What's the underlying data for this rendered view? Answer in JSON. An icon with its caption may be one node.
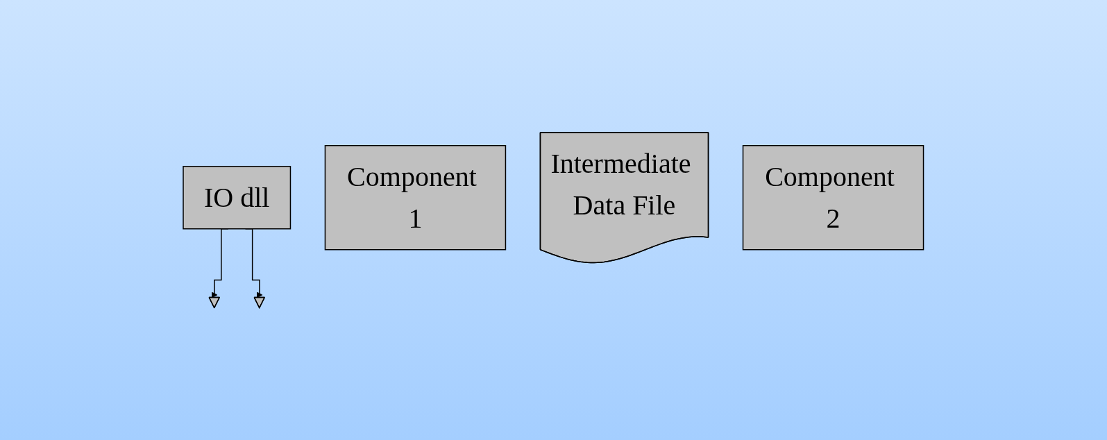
{
  "diagram": {
    "nodes": [
      {
        "text": [
          "IO dll"
        ]
      },
      {
        "text": [],
        "shape": "arrow"
      },
      {
        "text": [],
        "shape": "arrow"
      },
      {
        "text": [
          "Component 1"
        ]
      },
      {
        "text": [
          "Intermediate Data File"
        ]
      },
      {
        "text": [
          "Component 2"
        ]
      }
    ],
    "edges": [
      {
        "from": 0,
        "to": 1,
        "arrow": "to"
      },
      {
        "from": 0,
        "to": 2,
        "arrow": "to"
      }
    ]
  }
}
